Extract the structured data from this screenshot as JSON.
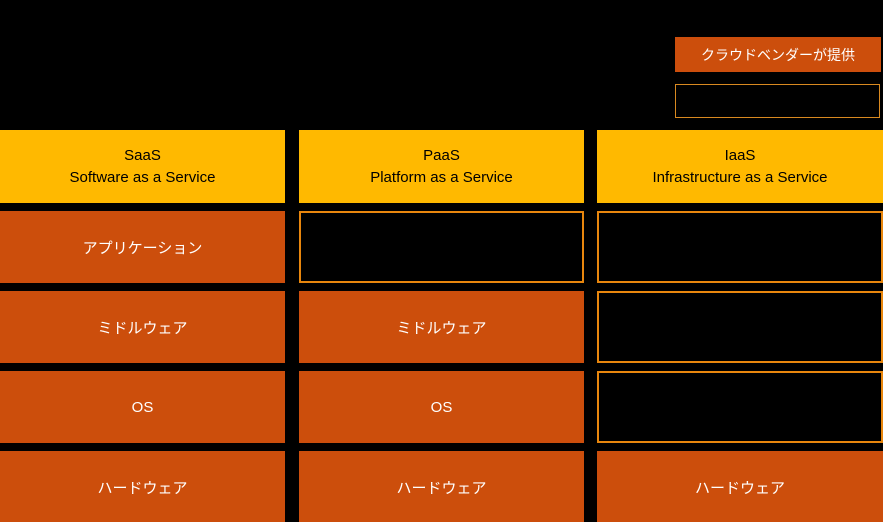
{
  "colors": {
    "background": "#000000",
    "header_fill": "#FFB900",
    "cell_fill": "#CC4E0C",
    "empty_cell_border": "#E8860D",
    "header_text": "#000000",
    "cell_text": "#FFFFFF"
  },
  "legend": {
    "vendor_provided_label": "クラウドベンダーが提供",
    "empty_box_label": ""
  },
  "columns": [
    {
      "id": "saas",
      "header": {
        "line1": "SaaS",
        "line2": "Software as a Service"
      },
      "cells": [
        {
          "label": "アプリケーション",
          "filled": true
        },
        {
          "label": "ミドルウェア",
          "filled": true
        },
        {
          "label": "OS",
          "filled": true
        },
        {
          "label": "ハードウェア",
          "filled": true
        }
      ]
    },
    {
      "id": "paas",
      "header": {
        "line1": "PaaS",
        "line2": "Platform as a Service"
      },
      "cells": [
        {
          "label": "",
          "filled": false
        },
        {
          "label": "ミドルウェア",
          "filled": true
        },
        {
          "label": "OS",
          "filled": true
        },
        {
          "label": "ハードウェア",
          "filled": true
        }
      ]
    },
    {
      "id": "iaas",
      "header": {
        "line1": "IaaS",
        "line2": "Infrastructure as a Service"
      },
      "cells": [
        {
          "label": "",
          "filled": false
        },
        {
          "label": "",
          "filled": false
        },
        {
          "label": "",
          "filled": false
        },
        {
          "label": "ハードウェア",
          "filled": true
        }
      ]
    }
  ]
}
